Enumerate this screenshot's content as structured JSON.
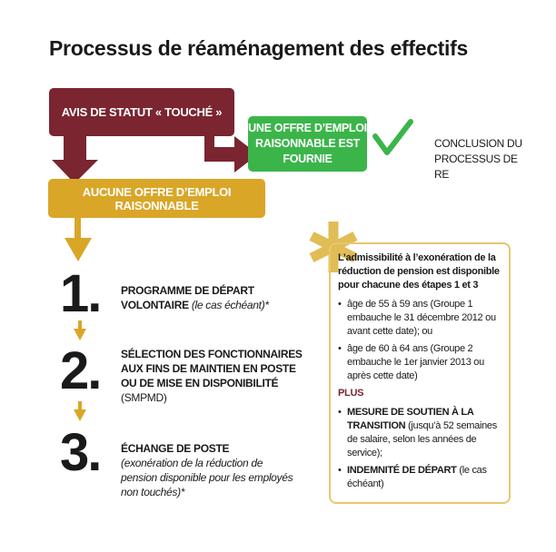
{
  "title": "Processus de réaménagement des effectifs",
  "boxes": {
    "notice": "AVIS DE STATUT « TOUCHÉ »",
    "offer": "UNE OFFRE D’EMPLOI RAISONNABLE EST FOURNIE",
    "no_offer": "AUCUNE OFFRE D’EMPLOI RAISONNABLE"
  },
  "conclusion": "CONCLUSION DU PROCESSUS DE RE",
  "steps": [
    {
      "number": "1.",
      "bold": "PROGRAMME DE DÉPART VOLONTAIRE",
      "italic": "(le cas échéant)*",
      "plain": ""
    },
    {
      "number": "2.",
      "bold": "SÉLECTION DES FONCTIONNAIRES AUX FINS DE MAINTIEN EN POSTE OU DE MISE EN DISPONIBILITÉ",
      "italic": "",
      "plain": "(SMPMD)"
    },
    {
      "number": "3.",
      "bold": "ÉCHANGE DE POSTE",
      "italic": "(exonération de la réduction de pension disponible pour les employés non touchés)*",
      "plain": ""
    }
  ],
  "note": {
    "asterisk": "*",
    "heading": "L’admissibilité à l’exonération de la réduction de pension est disponible pour chacune des étapes 1 et 3",
    "items": [
      "âge de 55 à 59 ans (Groupe 1 embauche le 31 décembre 2012 ou avant cette date); ou",
      "âge de 60 à 64 ans (Groupe 2 embauche le 1er janvier 2013 ou après cette date)"
    ],
    "plus": "PLUS",
    "extras": [
      {
        "bold": "MESURE DE SOUTIEN À LA TRANSITION",
        "text": " (jusqu’à 52 semaines de salaire, selon les années de service);"
      },
      {
        "bold": "INDEMNITÉ DE DÉPART",
        "text": " (le cas échéant)"
      }
    ]
  },
  "colors": {
    "maroon": "#7a2530",
    "green": "#3bb54a",
    "gold": "#d9a628"
  }
}
